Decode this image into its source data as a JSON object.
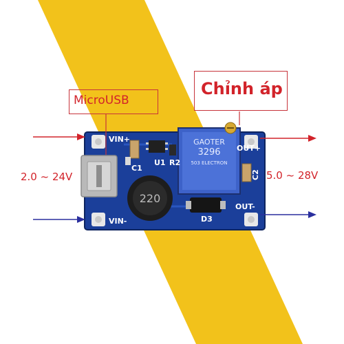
{
  "colors": {
    "stripe": "#f2c21b",
    "board": "#1b3f9a",
    "annotation": "#d2232a",
    "arrow_blue": "#2a2f9e"
  },
  "labels": {
    "usb": "MicroUSB",
    "adjust": "Chỉnh áp",
    "input_range": "2.0 ~ 24V",
    "output_range": "5.0 ~ 28V"
  },
  "silkscreen": {
    "vin_plus": "VIN+",
    "vin_minus": "VIN-",
    "out_plus": "OUT+",
    "out_minus": "OUT-",
    "c1": "C1",
    "u1": "U1",
    "r2": "R2",
    "c2": "C2",
    "d3": "D3",
    "inductor": "220"
  },
  "pot_text": {
    "line1": "GAOTER",
    "line2": "3296",
    "line3": "503 ELECTRON"
  }
}
